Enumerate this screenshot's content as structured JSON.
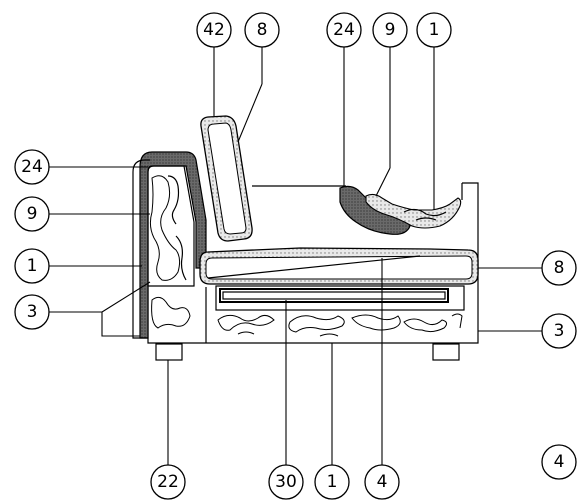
{
  "colors": {
    "line": "#000000",
    "cover_dark": "#555555",
    "cover_grey": "#8c8c8c",
    "padding_light": "#e6e6e6",
    "background": "#ffffff"
  },
  "callouts": {
    "top_42": "42",
    "top_8": "8",
    "top_24": "24",
    "top_9": "9",
    "top_1": "1",
    "left_24": "24",
    "left_9": "9",
    "left_1": "1",
    "left_3": "3",
    "right_8": "8",
    "right_3": "3",
    "right_4": "4",
    "bottom_22": "22",
    "bottom_30": "30",
    "bottom_1": "1",
    "bottom_4": "4"
  }
}
